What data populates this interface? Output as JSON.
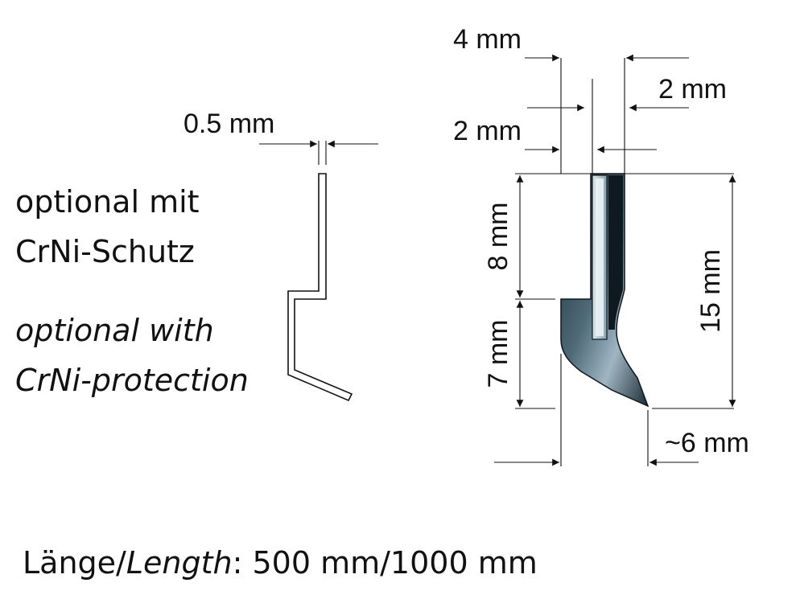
{
  "labels": {
    "left_dimension": "0.5 mm",
    "top_dim_4": "4 mm",
    "top_dim_2_right": "2 mm",
    "top_dim_2_left": "2 mm",
    "dim_8": "8 mm",
    "dim_7": "7 mm",
    "dim_15": "15 mm",
    "dim_6": "~6 mm",
    "german_line1": "optional mit",
    "german_line2": "CrNi-Schutz",
    "english_line1": "optional with",
    "english_line2": "CrNi-protection",
    "caption_prefix": "Länge/",
    "caption_italic": "Length",
    "caption_suffix": ": 500 mm/1000 mm"
  },
  "colors": {
    "blade_dark": "#1b2b34",
    "blade_mid": "#4f6a78",
    "blade_light": "#9fb6c2",
    "insert_fill": "#e8f0f4"
  }
}
